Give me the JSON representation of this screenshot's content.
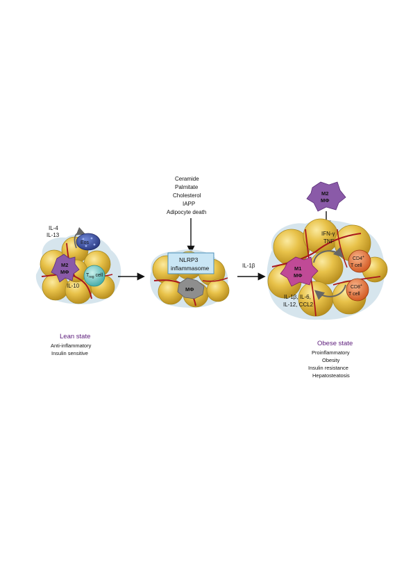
{
  "lean": {
    "stimulus_line1": "IL-4",
    "stimulus_line2": "IL-13",
    "eos": "Eos",
    "m2_line1": "M2",
    "m2_line2": "MΦ",
    "il10": "IL-10",
    "treg_main": "T",
    "treg_sub": "reg",
    "treg_tail": "cell",
    "title": "Lean state",
    "desc_line1": "Anti-inflammatory",
    "desc_line2": "Insulin sensitive"
  },
  "middle": {
    "triggers": [
      "Ceramide",
      "Palmitate",
      "Cholesterol",
      "IAPP",
      "Adipocyte death"
    ],
    "nlrp3_line1": "NLRP3",
    "nlrp3_line2": "inflammasome",
    "mphi": "MΦ"
  },
  "transition": {
    "il1b": "IL-1β"
  },
  "obese": {
    "m2_line1": "M2",
    "m2_line2": "MΦ",
    "ifn": "IFN-γ",
    "tnf": "TNF",
    "m1_line1": "M1",
    "m1_line2": "MΦ",
    "cd4_line1": "CD4",
    "cd4_sup": "+",
    "cd4_line2": "T cell",
    "cd8_line1": "CD8",
    "cd8_sup": "+",
    "cd8_line2": "T cell",
    "cytokines_line1": "IL-1β, IL-6,",
    "cytokines_line2": "IL-12, CCL2",
    "title": "Obese state",
    "desc_line1": "Proinflammatory",
    "desc_line2": "Obesity",
    "desc_line3": "Insulin resistance",
    "desc_line4": "Hepatosteatosis"
  },
  "colors": {
    "adipocyte": "#e3bc3c",
    "adipocyte_edge": "#a88a22",
    "halo": "#cfe0ea",
    "vessel": "#a8161c",
    "m2": "#8a5aa8",
    "m1": "#c04a96",
    "eos": "#3a4fa8",
    "treg": "#6cc8c4",
    "tcell": "#e86a2c",
    "mphi_grey": "#8e8e8e",
    "nlrp3_box": "#c9e6f5",
    "title_purple": "#5b1a7a"
  }
}
